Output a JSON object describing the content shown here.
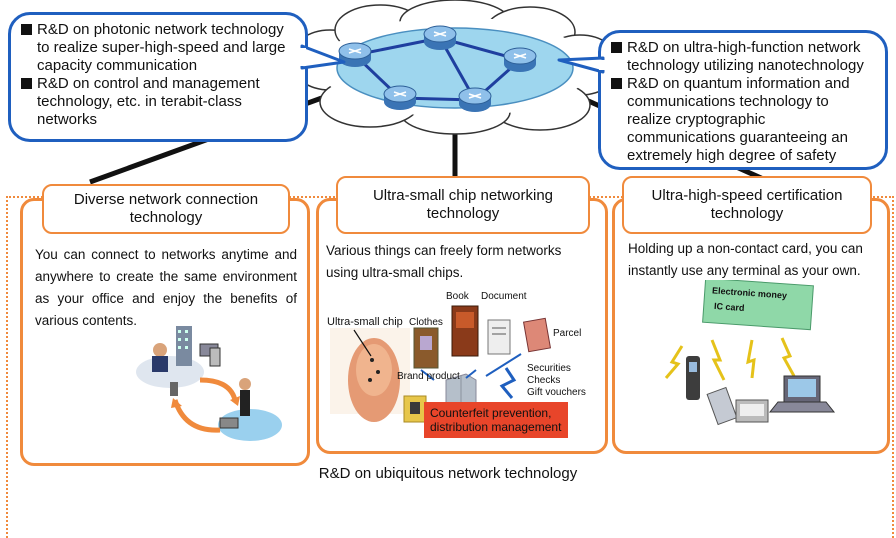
{
  "callouts": {
    "left": {
      "items": [
        "R&D on photonic network technology to realize super-high-speed and large capacity communication",
        "R&D on control and management technology, etc. in terabit-class networks"
      ]
    },
    "right": {
      "items": [
        "R&D on ultra-high-function network technology utilizing nanotechnology",
        "R&D on quantum information and communications technology to realize cryptographic communications guaranteeing an extremely high degree of safety"
      ]
    }
  },
  "panels": [
    {
      "title": "Diverse network connection technology",
      "body": "You can connect to networks anytime and anywhere to create the same environment as your office and enjoy the benefits of various contents."
    },
    {
      "title": "Ultra-small chip networking technology",
      "body": "Various things can freely form networks using ultra-small chips.",
      "labels": {
        "chip": "Ultra-small chip",
        "clothes": "Clothes",
        "book": "Book",
        "document": "Document",
        "parcel": "Parcel",
        "brand": "Brand product",
        "securities": "Securities",
        "checks": "Checks",
        "vouchers": "Gift vouchers",
        "counterfeit": "Counterfeit prevention,",
        "distribution": "distribution management"
      }
    },
    {
      "title": "Ultra-high-speed certification technology",
      "body": "Holding up a non-contact card, you can instantly use any terminal as your own.",
      "labels": {
        "money": "Electronic money",
        "ic": "IC card"
      }
    }
  ],
  "footer": "R&D on ubiquitous network technology",
  "colors": {
    "orange": "#f08a3c",
    "blue": "#1f5fbf",
    "red_box": "#e8452a",
    "card_green": "#8fd8a8"
  }
}
